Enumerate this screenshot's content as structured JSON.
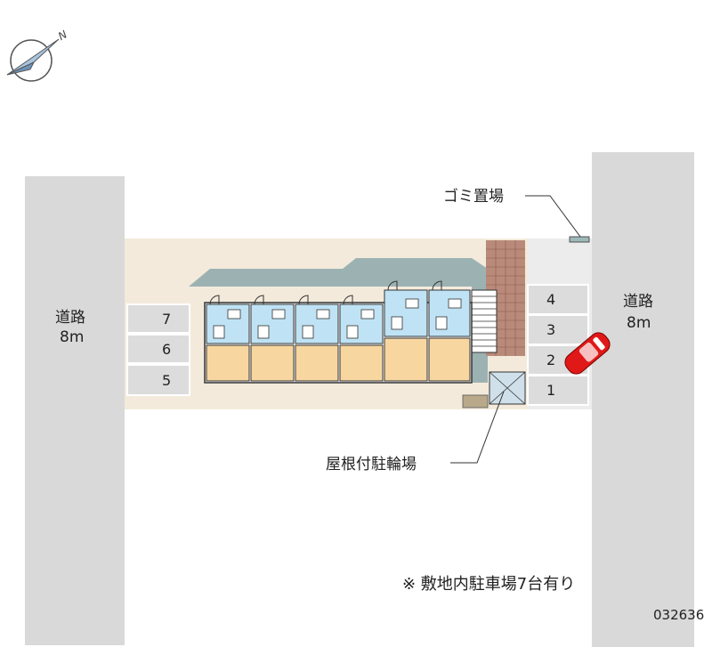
{
  "roads": {
    "left": {
      "name": "道路",
      "width": "8m"
    },
    "right": {
      "name": "道路",
      "width": "8m"
    }
  },
  "labels": {
    "garbage": "ゴミ置場",
    "bicycle": "屋根付駐輪場",
    "note": "※ 敷地内駐車場7台有り",
    "code": "032636",
    "north": "N"
  },
  "parking": {
    "left": [
      "7",
      "6",
      "5"
    ],
    "right": [
      "4",
      "3",
      "2",
      "1"
    ]
  },
  "colors": {
    "road": "#d9d9d9",
    "site": "#f3eadc",
    "shadow": "#9cb2b2",
    "room": "#f7d6a0",
    "wet": "#bfe3f5",
    "slot": "#dcdcdc",
    "car": "#e01818"
  }
}
